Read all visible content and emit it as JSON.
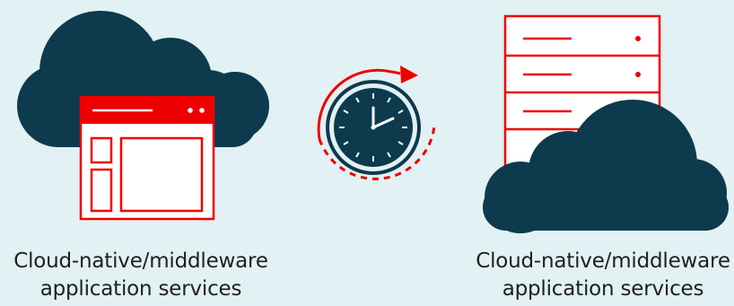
{
  "colors": {
    "background": "#e2f1f3",
    "cloud": "#0d3a4c",
    "accent_red": "#ee0000",
    "panel_white": "#ffffff",
    "text": "#1f1f1f"
  },
  "captions": {
    "left": {
      "line1": "Cloud-native/middleware",
      "line2": "application services"
    },
    "right": {
      "line1": "Cloud-native/middleware",
      "line2": "application services"
    }
  },
  "icons": {
    "left": [
      "cloud-icon",
      "browser-window-icon"
    ],
    "center": [
      "clock-icon",
      "circular-arrow-icon"
    ],
    "right": [
      "server-rack-icon",
      "cloud-icon"
    ]
  }
}
